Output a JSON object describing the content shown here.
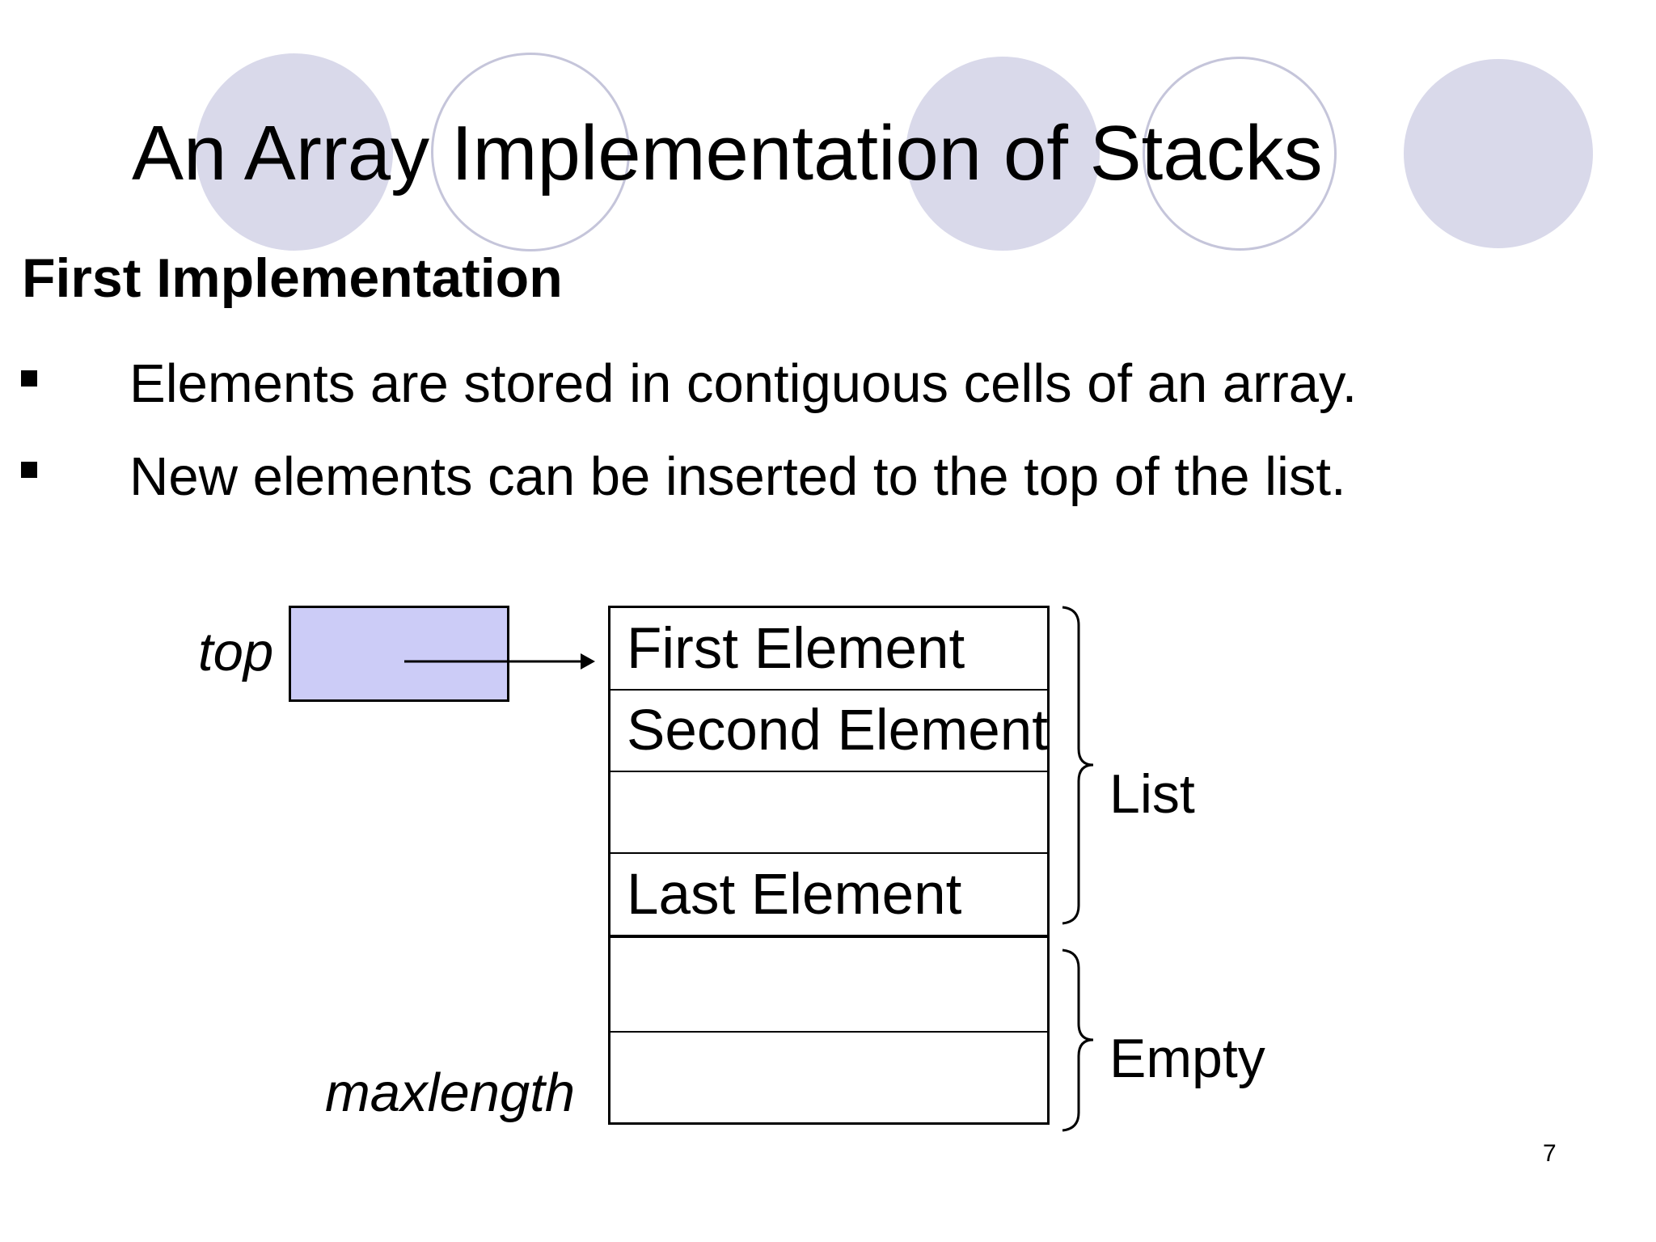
{
  "slide": {
    "title": "An Array Implementation of Stacks",
    "heading": "First Implementation",
    "bullets": [
      "Elements are stored in contiguous cells of an array.",
      "New elements can be inserted to the top of the list."
    ],
    "page_number": "7"
  },
  "diagram": {
    "top_label": "top",
    "maxlength_label": "maxlength",
    "list_label": "List",
    "empty_label": "Empty",
    "cells": [
      "First Element",
      "Second Element",
      "",
      "Last Element",
      "",
      ""
    ]
  },
  "colors": {
    "circle_fill": "#d9d9ea",
    "circle_outline": "#c5c5da",
    "pointer_box_fill": "#ccccf7",
    "line_color": "#000000",
    "text_color": "#000000"
  }
}
